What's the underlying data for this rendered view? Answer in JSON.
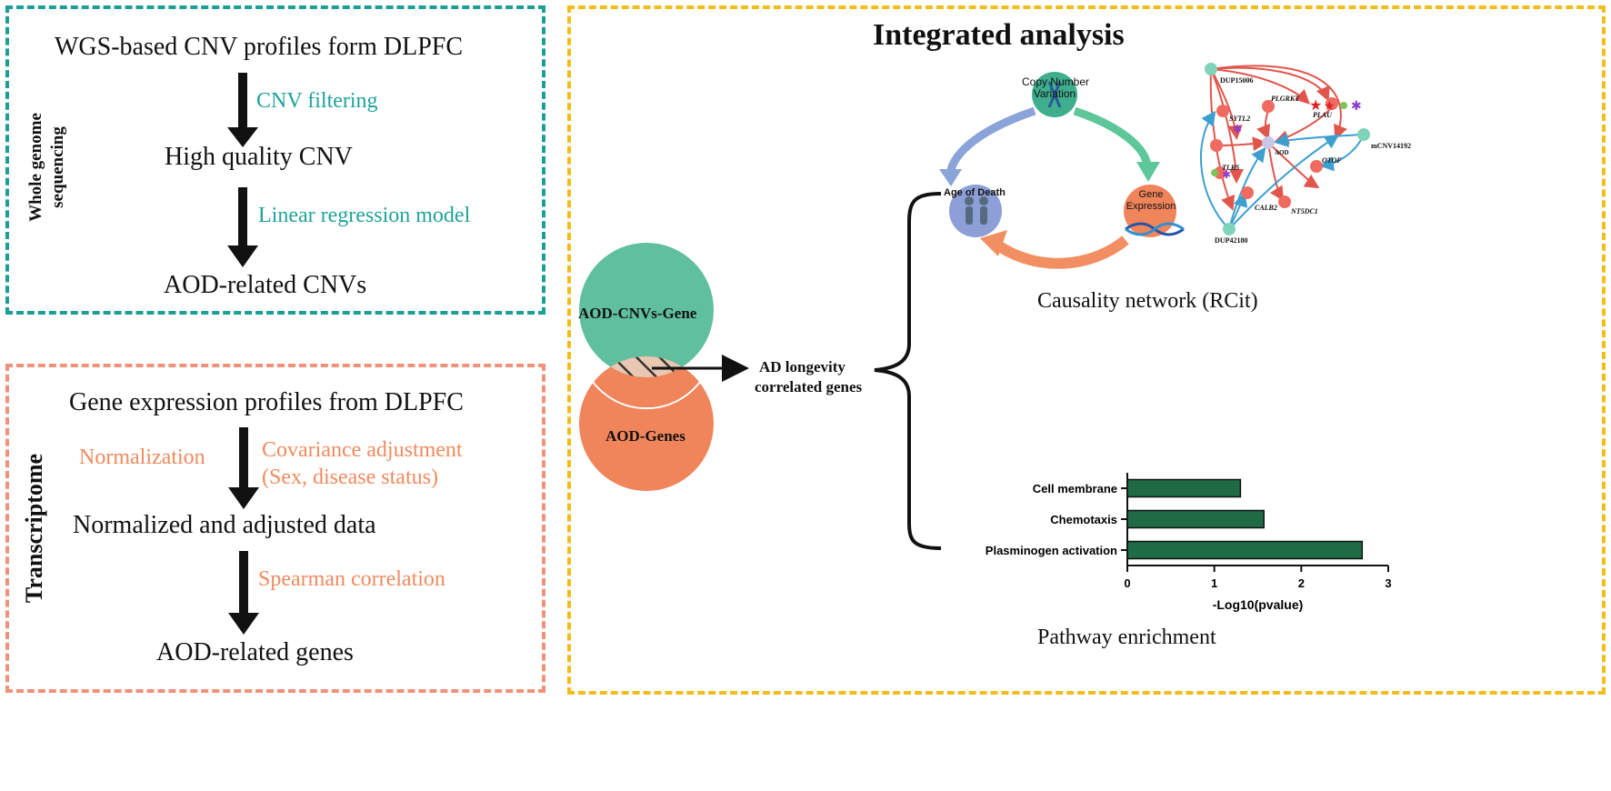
{
  "colors": {
    "teal_border": "#1a9e95",
    "orange_border": "#f0917a",
    "yellow_border": "#f2bd1b",
    "teal_text": "#1fa39a",
    "orange_text": "#f08a5d",
    "venn_green": "#5fbf9f",
    "venn_orange": "#f0845b",
    "bar_green": "#1e6b45"
  },
  "wgs": {
    "side_label_line1": "Whole genome",
    "side_label_line2": "sequencing",
    "step1": "WGS-based CNV profiles form DLPFC",
    "method1": "CNV filtering",
    "step2": "High quality CNV",
    "method2": "Linear regression model",
    "step3": "AOD-related CNVs"
  },
  "transcriptome": {
    "side_label": "Transcriptome",
    "step1": "Gene expression profiles from DLPFC",
    "method_left": "Normalization",
    "method_right_line1": "Covariance adjustment",
    "method_right_line2": "(Sex, disease status)",
    "step2": "Normalized and adjusted data",
    "method2": "Spearman correlation",
    "step3": "AOD-related genes"
  },
  "integrated": {
    "title": "Integrated analysis",
    "venn_top": "AOD-CNVs-Gene",
    "venn_bottom": "AOD-Genes",
    "result_line1": "AD longevity",
    "result_line2": "correlated genes",
    "cycle": {
      "cnv_line1": "Copy Number",
      "cnv_line2": "Variation",
      "gene_line1": "Gene",
      "gene_line2": "Expression",
      "age": "Age of Death"
    },
    "network_caption": "Causality network (RCit)",
    "network_labels": {
      "dup_top": "DUP15006",
      "plgrkt": "PLGRKT",
      "plau": "PLAU",
      "sytl2": "SYTL2",
      "mcnv": "mCNV14192",
      "aod": "AOD",
      "otof": "OTOF",
      "tlr5": "TLR5",
      "calb2": "CALB2",
      "ntsdc1": "NT5DC1",
      "dup_bottom": "DUP42180"
    },
    "pathway_caption": "Pathway enrichment"
  },
  "chart_data": {
    "type": "bar",
    "orientation": "horizontal",
    "categories": [
      "Cell membrane",
      "Chemotaxis",
      "Plasminogen activation"
    ],
    "values": [
      1.3,
      1.57,
      2.7
    ],
    "xlabel": "-Log10(pvalue)",
    "xlim": [
      0,
      3
    ],
    "xticks": [
      0,
      1,
      2,
      3
    ]
  }
}
